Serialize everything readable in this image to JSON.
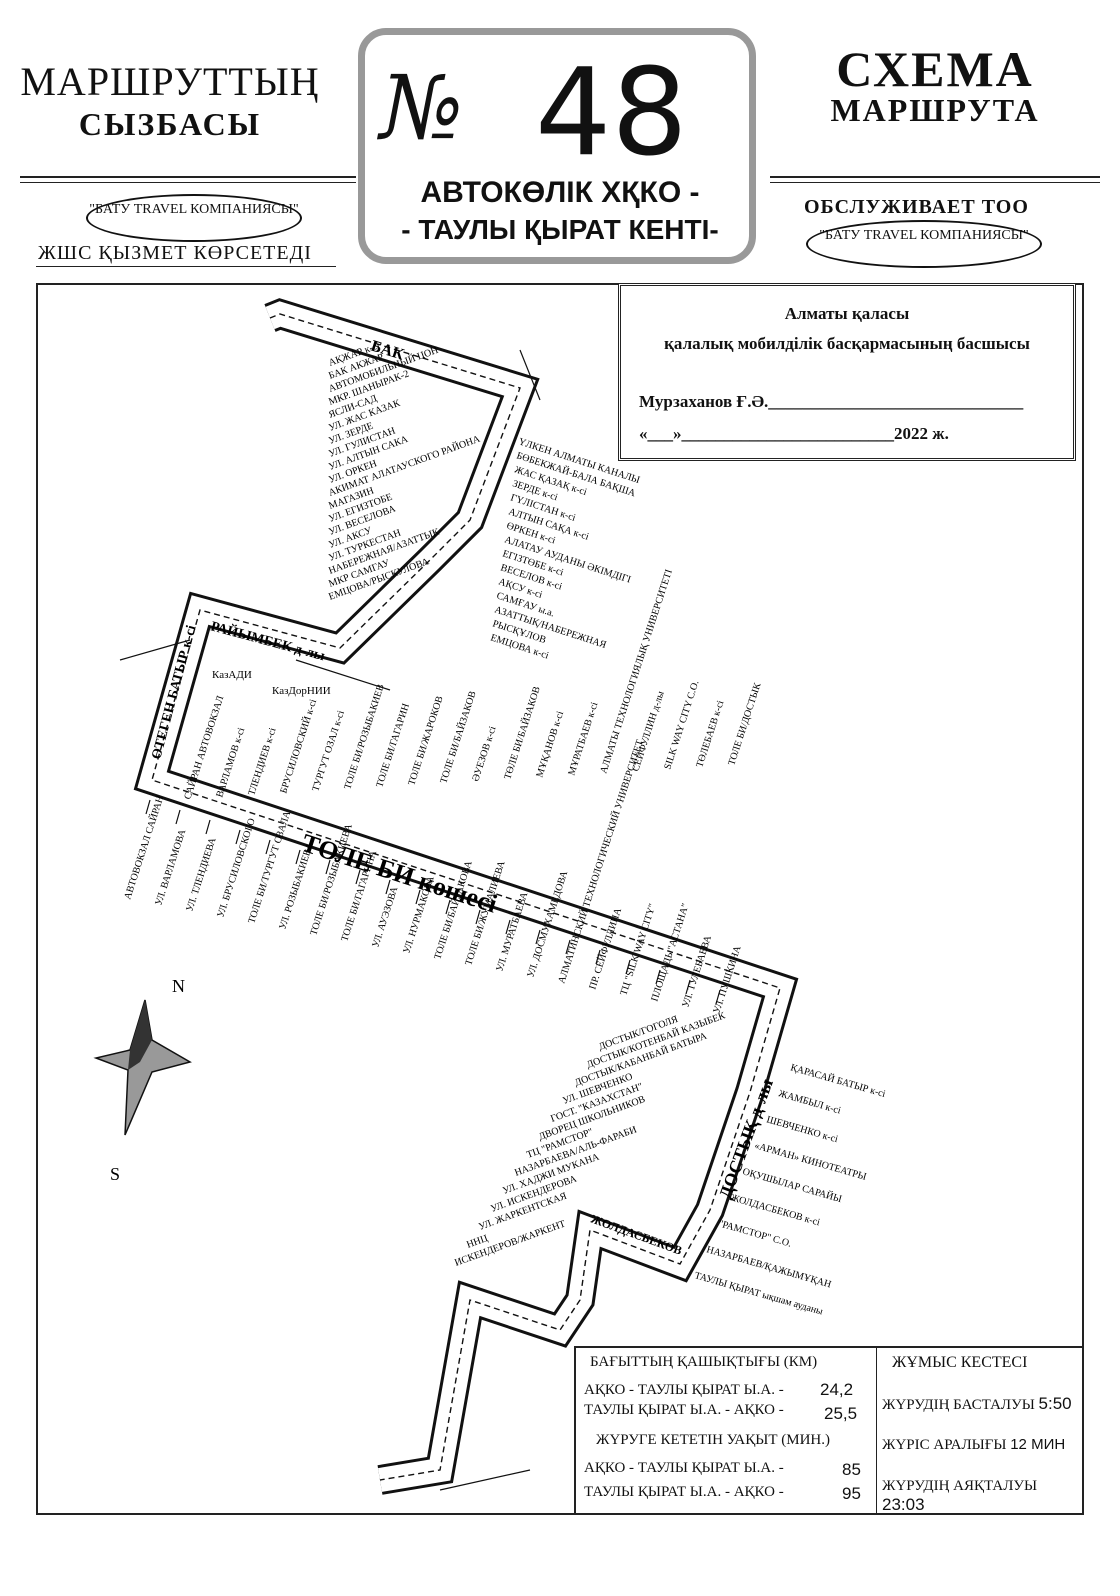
{
  "header": {
    "left_title_1": "МАРШРУТТЫҢ",
    "left_title_2": "СЫЗБАСЫ",
    "right_title_1": "СХЕМА",
    "right_title_2": "МАРШРУТА",
    "number_sign": "№",
    "route_number": "48",
    "route_from": "АВТОКӨЛІК ХҚКО  -",
    "route_to": "- ТАУЛЫ ҚЫРАТ КЕНТІ-",
    "left_company": "\"БАТУ TRAVEL КОМПАНИЯСЫ\"",
    "left_served": "ЖШС ҚЫЗМЕТ КӨРСЕТЕДІ",
    "right_served": "ОБСЛУЖИВАЕТ  ТОО",
    "right_company": "\"БАТУ TRAVEL КОМПАНИЯСЫ\""
  },
  "approval": {
    "line1": "Алматы қаласы",
    "line2": "қалалық мобилділік басқармасының басшысы",
    "signer": "Мурзаханов Ғ.Ә.",
    "date_prefix": "«___»",
    "year": "2022 ж."
  },
  "info": {
    "distance_title": "БАҒЫТТЫҢ ҚАШЫҚТЫҒЫ (КМ)",
    "dist_rows": [
      {
        "label": "АҚКО - ТАУЛЫ ҚЫРАТ Ы.А. -",
        "value": "24,2"
      },
      {
        "label": "ТАУЛЫ ҚЫРАТ Ы.А. - АҚКО -",
        "value": "25,5"
      }
    ],
    "time_title": "ЖҮРУГЕ КЕТЕТІН УАҚЫТ (МИН.)",
    "time_rows": [
      {
        "label": "АҚКО - ТАУЛЫ ҚЫРАТ Ы.А. -",
        "value": "85"
      },
      {
        "label": "ТАУЛЫ ҚЫРАТ Ы.А. - АҚКО -",
        "value": "95"
      }
    ],
    "schedule_title": "ЖҰМЫС КЕСТЕСІ",
    "schedule_rows": [
      {
        "label": "ЖҮРУДІҢ БАСТАЛУЫ",
        "value": "5:50"
      },
      {
        "label": "ЖҮРІС АРАЛЫҒЫ",
        "value": "12 МИН"
      },
      {
        "label": "ЖҮРУДІҢ АЯҚТАЛУЫ",
        "value": "23:03"
      }
    ]
  },
  "map": {
    "compass_n": "N",
    "compass_s": "S",
    "streets": {
      "tole_bi": "ТОЛЕ БИ көшесі",
      "raiymbek": "РАЙЫМБЕК д-лы",
      "otegen": "ӨТЕГЕН БАТЫР к-сі",
      "dostyk": "ДОСТЫҚ д-лы",
      "bak": "БАК",
      "zholdasbekov": "ЖОЛДАСБЕКОВ",
      "kazadi": "КазАДИ",
      "kazdornii": "КазДорНИИ"
    },
    "stops_north": [
      "АҚЖАР к-сі",
      "БАК АКЖАР",
      "АВТОМОБИЛЬНЫЙ ЦОН",
      "МКР. ШАНЫРАК-2",
      "ЯСЛИ-САД",
      "УЛ. ЖАС КАЗАК",
      "УЛ. ЗЕРДЕ",
      "УЛ. ГУЛИСТАН",
      "УЛ. АЛТЫН САКА",
      "УЛ. ОРКЕН",
      "АКИМАТ АЛАТАУСКОГО РАЙОНА",
      "МАГАЗИН",
      "УЛ. ЕГИЗТОБЕ",
      "УЛ. ВЕСЕЛОВА",
      "УЛ. АКСУ",
      "УЛ. ТУРКЕСТАН",
      "НАБЕРЕЖНАЯ/АЗАТТЫК",
      "МКР САМГАУ",
      "ЕМЦОВА/РЫСКУЛОВА"
    ],
    "stops_north_right": [
      "ҮЛКЕН АЛМАТЫ КАНАЛЫ",
      "БӨБЕКЖАЙ-БАЛА БАҚША",
      "ЖАС ҚАЗАҚ к-сі",
      "ЗЕРДЕ к-сі",
      "ГҮЛІСТАН к-сі",
      "АЛТЫН САҚА к-сі",
      "ӨРКЕН к-сі",
      "АЛАТАУ АУДАНЫ ӘКІМДІГІ",
      "ЕГІЗТӨБЕ к-сі",
      "ВЕСЕЛОВ к-сі",
      "АҚСУ к-сі",
      "САМҒАУ ы.а.",
      "АЗАТТЫҚ/НАБЕРЕЖНАЯ",
      "РЫСҚҰЛОВ",
      "ЕМЦОВА к-сі"
    ],
    "stops_tole_bi_upper": [
      "САЙРАН АВТОВОКЗАЛ",
      "ВАРЛАМОВ к-сі",
      "ТЛЕНДИЕВ к-сі",
      "БРУСИЛОВСКИЙ к-сі",
      "ТУРГУТ ОЗАЛ к-сі",
      "ТОЛЕ БИ/РОЗЫБАКИЕВ",
      "ТОЛЕ БИ/ГАГАРИН",
      "ТОЛЕ БИ/ЖАРОКОВ",
      "ТОЛЕ БИ/БАЙЗАКОВ",
      "ӘУЕЗОВ к-сі",
      "ТӨЛЕ БИ/БАЙЗАКОВ",
      "МҰҚАНОВ к-сі",
      "МҰРАТБАЕВ к-сі",
      "АЛМАТЫ ТЕХНОЛОГИЯЛЫҚ УНИВЕРСИТЕТІ",
      "СЕЙФУЛЛИН д-лы",
      "SILK WAY CITY С.О.",
      "ТӨЛЕБАЕВ к-сі",
      "ТОЛЕ БИ/ДОСТЫК"
    ],
    "stops_tole_bi_lower": [
      "АВТОВОКЗАЛ САЙРАН",
      "УЛ. ВАРЛАМОВА",
      "УЛ. ТЛЕНДИЕВА",
      "УЛ. БРУСИЛОВСКОГО",
      "ТОЛЕ БИ/ТУРГУТ ОЗАЛА",
      "УЛ. РОЗЫБАКИЕВА",
      "ТОЛЕ БИ/РОЗЫБАКИЕВА",
      "ТОЛЕ БИ/ГАГАРИНА",
      "УЛ. АУЭЗОВА",
      "УЛ. НУРМАКОВА",
      "ТОЛЕ БИ/БАЙЗАКОВА",
      "ТОЛЕ БИ/ЖУМАЛИЕВА",
      "УЛ. МУРАТБАЕВА",
      "УЛ. ДОСМУХАМЕДОВА",
      "АЛМАТИНСКИЙ ТЕХНОЛОГИЧЕСКИЙ УНИВЕРСИТЕТ",
      "ПР. СЕЙФУЛЛИНА",
      "ТЦ \"SILK WAY CITY\"",
      "ПЛОЩАДЬ \"АСТАНА\"",
      "УЛ. ТУЛЕБАЕВА",
      "УЛ. ПУШКИНА"
    ],
    "stops_south": [
      "ДОСТЫК/ГОГОЛЯ",
      "ДОСТЫК/КОТЕНБАЙ КАЗЫБЕК",
      "ДОСТЫК/КАБАНБАЙ БАТЫРА",
      "УЛ. ШЕВЧЕНКО",
      "ГОСТ. \"КАЗАХСТАН\"",
      "ДВОРЕЦ ШКОЛЬНИКОВ",
      "ТЦ \"РАМСТОР\"",
      "НАЗАРБАЕВА/АЛЬ-ФАРАБИ",
      "УЛ. ХАДЖИ МУКАНА",
      "УЛ. ИСКЕНДЕРОВА",
      "УЛ. ЖАРКЕНТСКАЯ",
      "ННЦ",
      "ИСКЕНДЕРОВ/ЖАРКЕНТ"
    ],
    "stops_south_right": [
      "ҚАРАСАЙ БАТЫР к-сі",
      "ЖАМБЫЛ к-сі",
      "ШЕВЧЕНКО к-сі",
      "«АРМАН» КИНОТЕАТРЫ",
      "ОҚУШЫЛАР САРАЙЫ",
      "ЖОЛДАСБЕКОВ к-сі",
      "\"РАМСТОР\" С.О.",
      "НАЗАРБАЕВ/ҚАЖЫМҰҚАН",
      "ТАУЛЫ ҚЫРАТ ықшам ауданы"
    ]
  }
}
